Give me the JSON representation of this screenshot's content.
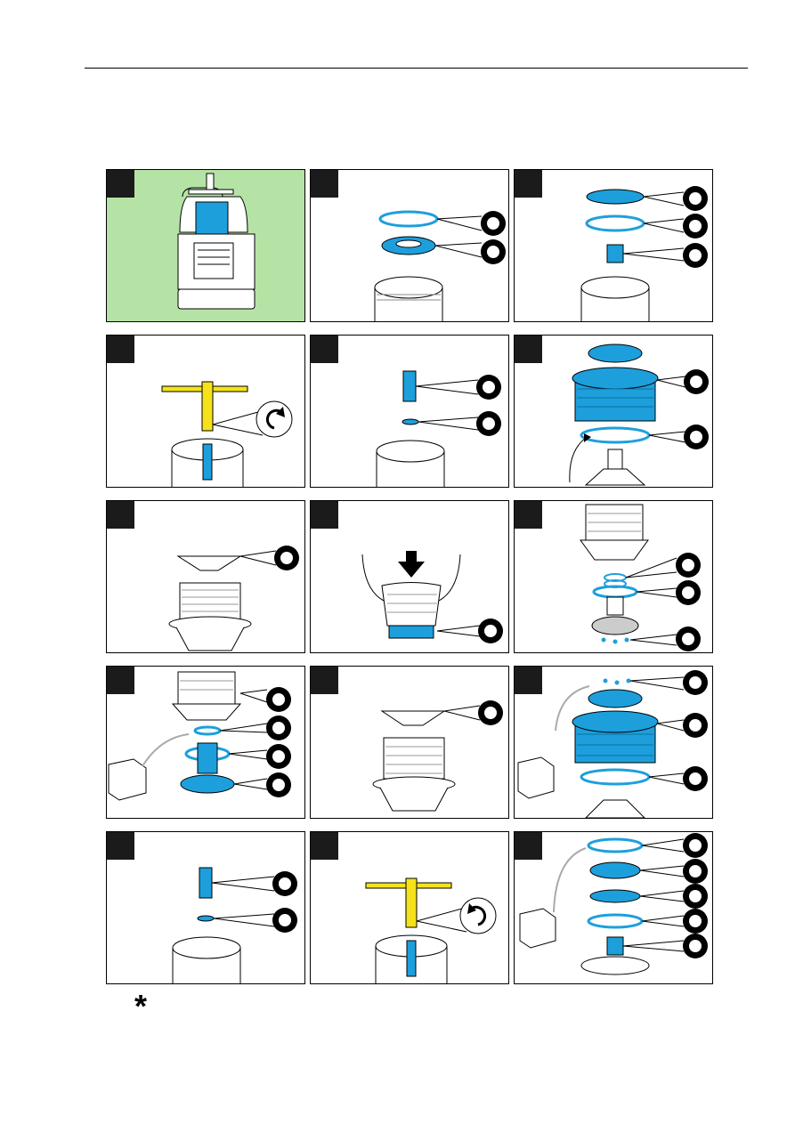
{
  "colors": {
    "blue": "#1d9fdc",
    "yellow": "#f5e21a",
    "highlight": "#b5e3a5",
    "tab": "#1b1b1b"
  },
  "panels": [
    {
      "name": "panel-1",
      "highlighted": true,
      "callouts": 0,
      "parts": [
        "motor-unit"
      ]
    },
    {
      "name": "panel-2",
      "callouts": 2,
      "parts": [
        "o-ring",
        "filter-ring"
      ]
    },
    {
      "name": "panel-3",
      "callouts": 3,
      "parts": [
        "cover-disc",
        "o-ring",
        "screw-sleeve"
      ]
    },
    {
      "name": "panel-4",
      "callouts": 0,
      "parts": [
        "t-wrench",
        "rotate-ccw-icon"
      ]
    },
    {
      "name": "panel-5",
      "callouts": 2,
      "parts": [
        "bolt",
        "washer"
      ]
    },
    {
      "name": "panel-6",
      "callouts": 2,
      "parts": [
        "rotor-housing",
        "o-ring"
      ]
    },
    {
      "name": "panel-7",
      "callouts": 1,
      "parts": [
        "deflector-disc"
      ]
    },
    {
      "name": "panel-8",
      "callouts": 1,
      "parts": [
        "hands",
        "press-arrow"
      ]
    },
    {
      "name": "panel-9",
      "callouts": 3,
      "parts": [
        "springs",
        "o-ring",
        "balls"
      ]
    },
    {
      "name": "panel-10",
      "callouts": 4,
      "parts": [
        "springs",
        "o-ring",
        "shaft",
        "base"
      ]
    },
    {
      "name": "panel-11",
      "callouts": 1,
      "parts": [
        "deflector-disc"
      ]
    },
    {
      "name": "panel-12",
      "callouts": 3,
      "parts": [
        "balls",
        "rotor-housing",
        "o-ring"
      ]
    },
    {
      "name": "panel-13",
      "callouts": 2,
      "parts": [
        "bolt",
        "washer"
      ]
    },
    {
      "name": "panel-14",
      "callouts": 0,
      "parts": [
        "t-wrench",
        "rotate-cw-icon"
      ]
    },
    {
      "name": "panel-15",
      "callouts": 5,
      "parts": [
        "o-ring",
        "filter-ring",
        "cover-disc",
        "o-ring",
        "screw-sleeve"
      ]
    }
  ],
  "footnote_symbol": "*"
}
